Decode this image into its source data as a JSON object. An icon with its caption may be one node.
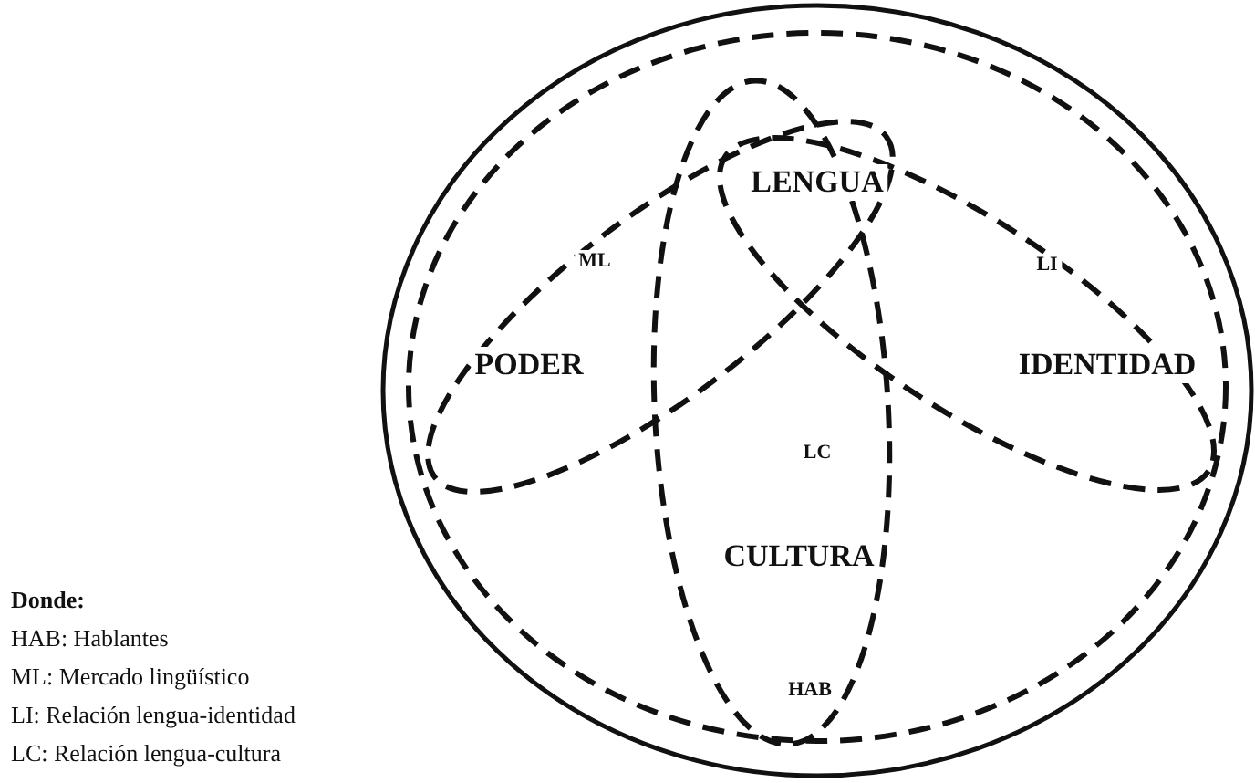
{
  "diagram": {
    "labels": [
      "LENGUA",
      "ML",
      "LI",
      "PODER",
      "IDENTIDAD",
      "LC",
      "CULTURA",
      "Donde:",
      "HAB: Hablantes",
      "ML: Mercado lingüístico",
      "LI: Relación lengua-identidad",
      "LC: Relación lengua-cultura",
      "HAB"
    ]
  }
}
